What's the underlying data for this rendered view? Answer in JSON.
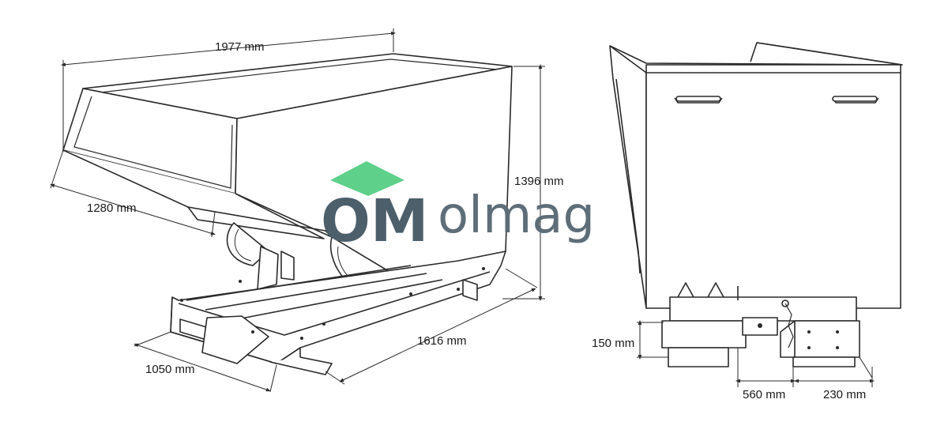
{
  "figure": {
    "colors": {
      "line": "#2a2a2a",
      "logo_green": "#5ed08a",
      "logo_gray": "#546570"
    }
  },
  "dimensions": {
    "length": "1977 mm",
    "height": "1396 mm",
    "depth": "1280 mm",
    "frame_length": "1616 mm",
    "frame_width": "1050 mm",
    "fork_height": "150 mm",
    "fork_spacing": "560 mm",
    "fork_width": "230 mm"
  },
  "logo": {
    "mark": "OM",
    "name": "olmag"
  }
}
